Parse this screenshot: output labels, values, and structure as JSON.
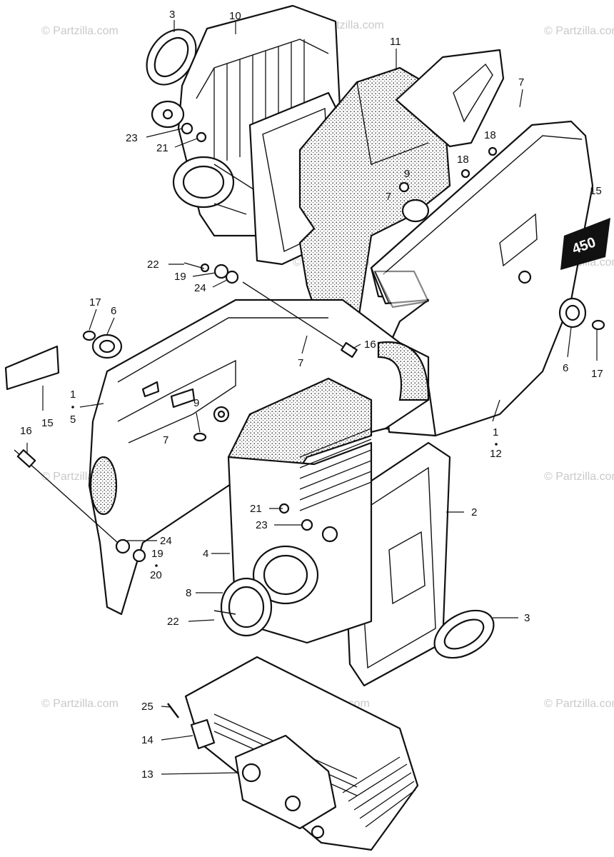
{
  "watermark": {
    "text": "© Partzilla.com"
  },
  "callouts": {
    "c3_top": "3",
    "c10": "10",
    "c11": "11",
    "c7_top": "7",
    "c18_a": "18",
    "c18_b": "18",
    "c9_top": "9",
    "c7_mid": "7",
    "c23_top": "23",
    "c21_top": "21",
    "c15_right": "15",
    "c22_top": "22",
    "c19_top": "19",
    "c24_top": "24",
    "c17_left": "17",
    "c6_left": "6",
    "c16_mid": "16",
    "c7_center": "7",
    "c1_left": "1",
    "c5_left": "5",
    "c15_left": "15",
    "c9_left": "9",
    "c7_left": "7",
    "c16_left": "16",
    "c6_right": "6",
    "c17_right": "17",
    "c1_right": "1",
    "c12_right": "12",
    "c2": "2",
    "c21_bottom": "21",
    "c23_bottom": "23",
    "c24_bottom": "24",
    "c19_bottom": "19",
    "c20": "20",
    "c4": "4",
    "c8": "8",
    "c22_bottom": "22",
    "c3_bottom": "3",
    "c25": "25",
    "c14": "14",
    "c13": "13"
  },
  "emblem": {
    "text": "450"
  }
}
